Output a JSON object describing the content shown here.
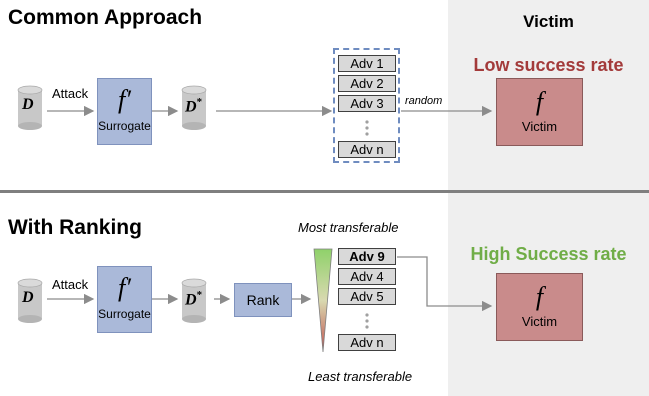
{
  "common": {
    "title": "Common Approach",
    "dataset_label": "D",
    "attack_label": "Attack",
    "surrogate_fn": "f′",
    "surrogate_label": "Surrogate",
    "adv_dataset_label": "D*",
    "adv_items": [
      "Adv 1",
      "Adv 2",
      "Adv 3",
      "Adv n"
    ],
    "selection_label": "random",
    "victim_fn": "f",
    "victim_label": "Victim"
  },
  "ranking": {
    "title": "With Ranking",
    "dataset_label": "D",
    "attack_label": "Attack",
    "surrogate_fn": "f′",
    "surrogate_label": "Surrogate",
    "adv_dataset_label": "D*",
    "rank_label": "Rank",
    "most_label": "Most transferable",
    "least_label": "Least transferable",
    "adv_items": [
      "Adv 9",
      "Adv 4",
      "Adv 5",
      "Adv n"
    ],
    "victim_fn": "f",
    "victim_label": "Victim"
  },
  "victim_panel": {
    "header": "Victim",
    "low_rate": "Low success rate",
    "high_rate": "High Success rate"
  },
  "colors": {
    "low_rate": "#a33a3a",
    "high_rate": "#70ad47",
    "surrogate_box": "#aab9d9",
    "victim_box": "#c98b8b",
    "panel": "#efefef"
  }
}
